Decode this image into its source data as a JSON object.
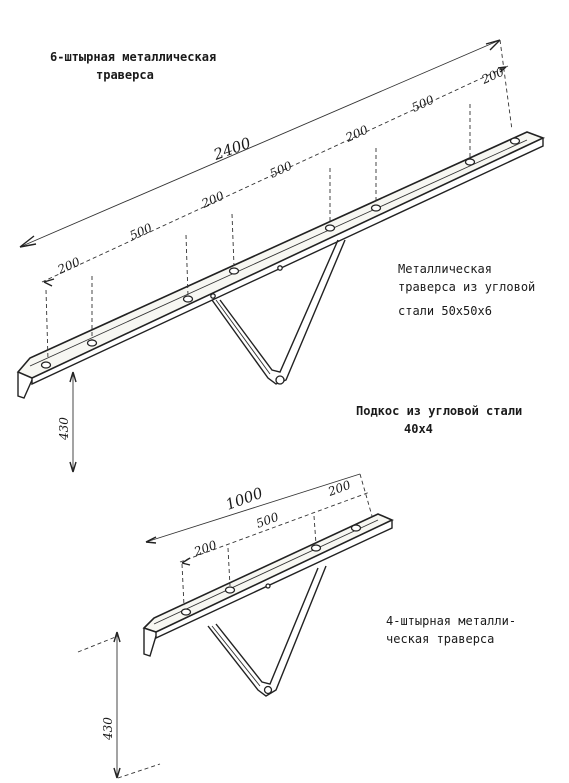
{
  "labels": {
    "title_6pin_line1": "6-штырная металлическая",
    "title_6pin_line2": "траверса",
    "metal_traverse_line1": "Металлическая",
    "metal_traverse_line2": "траверса из угловой",
    "metal_traverse_line3": "стали 50х50х6",
    "brace_line1": "Подкос из угловой стали",
    "brace_line2": "40х4",
    "title_4pin_line1": "4-штырная металли-",
    "title_4pin_line2": "ческая траверса"
  },
  "dimensions_6pin": {
    "total": "2400",
    "seg_200_left": "200",
    "seg_500_left": "500",
    "seg_200_mid_left": "200",
    "seg_500_center": "500",
    "seg_200_mid_right": "200",
    "seg_500_right": "500",
    "seg_200_right": "200",
    "height": "430"
  },
  "dimensions_4pin": {
    "total": "1000",
    "seg_200_left": "200",
    "seg_500": "500",
    "seg_200_right": "200",
    "height": "430"
  }
}
